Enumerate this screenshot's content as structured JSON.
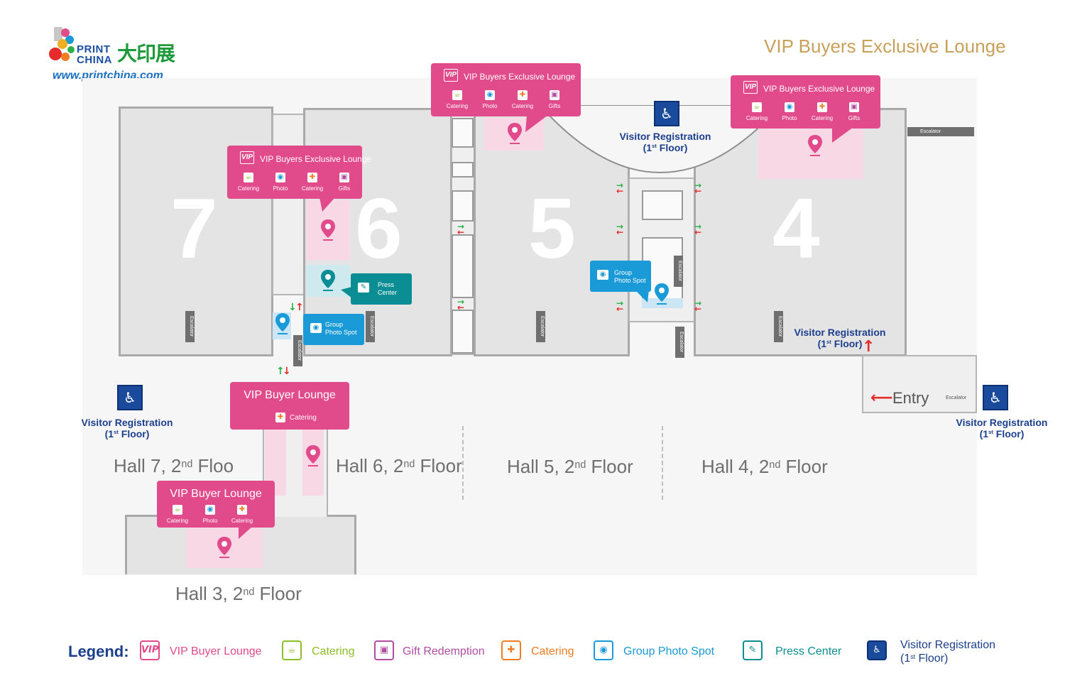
{
  "header": {
    "logo_text_1": "PRINT",
    "logo_text_2": "CHINA",
    "logo_cn": "大印展",
    "website": "www.printchina.com",
    "title": "VIP Buyers Exclusive Lounge"
  },
  "halls": {
    "hall_7": "7",
    "hall_6": "6",
    "hall_5": "5",
    "hall_4": "4"
  },
  "floor_labels": {
    "hall7": "Hall 7, 2",
    "hall7_sup": "nd",
    "hall7_tail": " Floo",
    "hall6": "Hall 6, 2",
    "hall6_sup": "nd",
    "hall6_tail": " Floor",
    "hall5": "Hall 5, 2",
    "hall5_sup": "nd",
    "hall5_tail": " Floor",
    "hall4": "Hall 4, 2",
    "hall4_sup": "nd",
    "hall4_tail": " Floor",
    "hall3": "Hall 3, 2",
    "hall3_sup": "nd",
    "hall3_tail": " Floor"
  },
  "vip_callout": {
    "badge": "VIP",
    "title": "VIP Buyers Exclusive Lounge",
    "items": [
      "Catering",
      "Photo",
      "Catering",
      "Gifts"
    ]
  },
  "buyer_lounge_1": {
    "title": "VIP Buyer Lounge",
    "items": [
      "Catering"
    ]
  },
  "buyer_lounge_2": {
    "title": "VIP Buyer Lounge",
    "items": [
      "Catering",
      "Photo",
      "Catering"
    ]
  },
  "press_center": {
    "line1": "Press",
    "line2": "Center"
  },
  "group_photo": {
    "line1": "Group",
    "line2": "Photo Spot"
  },
  "registration": {
    "label": "Visitor Registration",
    "floor_pre": "(1",
    "floor_sup": "st",
    "floor_post": " Floor)"
  },
  "escalator": "Escalator",
  "entry": "Entry",
  "legend": {
    "heading": "Legend:",
    "items": [
      {
        "label": "VIP Buyer Lounge",
        "icon": "vip-icon",
        "color": "#e14a8b"
      },
      {
        "label": "Catering",
        "icon": "drink-icon",
        "color": "#8cbf26"
      },
      {
        "label": "Gift Redemption",
        "icon": "gift-icon",
        "color": "#b04da3"
      },
      {
        "label": "Catering",
        "icon": "food-icon",
        "color": "#f07d22"
      },
      {
        "label": "Group Photo Spot",
        "icon": "camera-icon",
        "color": "#1a9ad6"
      },
      {
        "label": "Press Center",
        "icon": "press-icon",
        "color": "#0b8e93"
      },
      {
        "label": "Visitor Registration",
        "icon": "registration-icon",
        "color": "#1c3f8c"
      }
    ],
    "reg_floor_pre": "(1",
    "reg_floor_sup": "st",
    "reg_floor_post": " Floor)"
  },
  "colors": {
    "title_gold": "#c9a05a",
    "lounge_pink": "#e14a8b",
    "photo_blue": "#1a9ad6",
    "press_teal": "#0b8e93",
    "registration_navy": "#1c3f8c"
  }
}
